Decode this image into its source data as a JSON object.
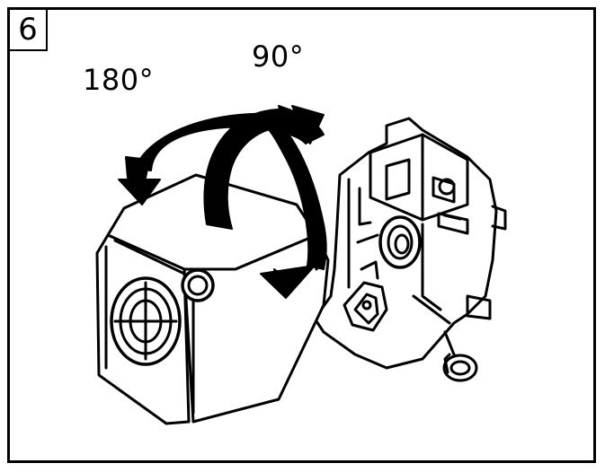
{
  "step": {
    "number": "6"
  },
  "rotations": {
    "horizontal_label": "180°",
    "vertical_label": "90°"
  },
  "colors": {
    "ink": "#000000",
    "paper": "#ffffff"
  }
}
